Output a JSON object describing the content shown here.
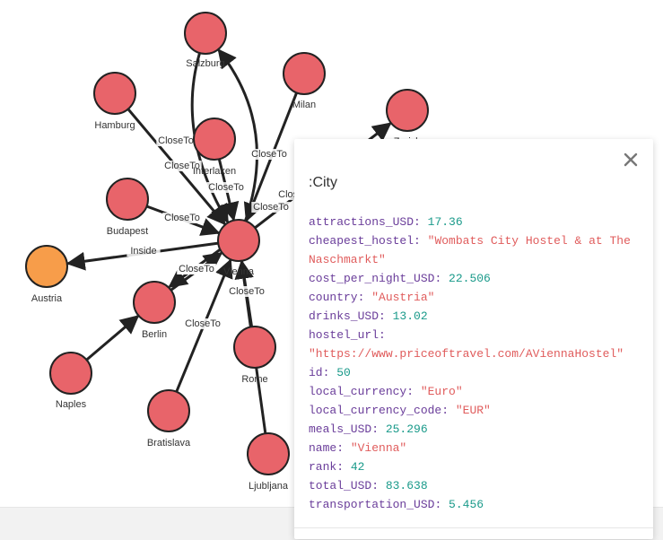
{
  "graph": {
    "center": "Vienna",
    "nodes": [
      {
        "id": "vienna",
        "label": "Vienna",
        "type": "City"
      },
      {
        "id": "salzburg",
        "label": "Salzburg",
        "type": "City"
      },
      {
        "id": "milan",
        "label": "Milan",
        "type": "City"
      },
      {
        "id": "zurich",
        "label": "Zurich",
        "type": "City"
      },
      {
        "id": "hamburg",
        "label": "Hamburg",
        "type": "City"
      },
      {
        "id": "interlaken",
        "label": "Interlaken",
        "type": "City"
      },
      {
        "id": "budapest",
        "label": "Budapest",
        "type": "City"
      },
      {
        "id": "austria",
        "label": "Austria",
        "type": "Country"
      },
      {
        "id": "berlin",
        "label": "Berlin",
        "type": "City"
      },
      {
        "id": "naples",
        "label": "Naples",
        "type": "City"
      },
      {
        "id": "bratislava",
        "label": "Bratislava",
        "type": "City"
      },
      {
        "id": "rome",
        "label": "Rome",
        "type": "City"
      },
      {
        "id": "ljubljana",
        "label": "Ljubljana",
        "type": "City"
      }
    ],
    "edges": [
      {
        "from": "salzburg",
        "to": "vienna",
        "label": "CloseTo"
      },
      {
        "from": "vienna",
        "to": "salzburg",
        "label": "CloseTo"
      },
      {
        "from": "milan",
        "to": "vienna",
        "label": "CloseTo"
      },
      {
        "from": "vienna",
        "to": "zurich",
        "label": "CloseTo"
      },
      {
        "from": "hamburg",
        "to": "vienna",
        "label": "CloseTo"
      },
      {
        "from": "interlaken",
        "to": "vienna",
        "label": "CloseTo"
      },
      {
        "from": "budapest",
        "to": "vienna",
        "label": "CloseTo"
      },
      {
        "from": "vienna",
        "to": "austria",
        "label": "Inside"
      },
      {
        "from": "berlin",
        "to": "vienna",
        "label": "CloseTo"
      },
      {
        "from": "vienna",
        "to": "berlin",
        "label": "CloseTo"
      },
      {
        "from": "naples",
        "to": "berlin",
        "label": ""
      },
      {
        "from": "bratislava",
        "to": "vienna",
        "label": "CloseTo"
      },
      {
        "from": "rome",
        "to": "vienna",
        "label": "CloseTo"
      },
      {
        "from": "ljubljana",
        "to": "vienna",
        "label": ""
      }
    ],
    "colors": {
      "city": "#e8646a",
      "country": "#f79d4a",
      "edge": "#222222",
      "node_stroke": "#222222"
    }
  },
  "panel": {
    "title": ":City",
    "close_icon": "close-icon",
    "properties": [
      {
        "key": "attractions_USD",
        "value": "17.36",
        "kind": "number"
      },
      {
        "key": "cheapest_hostel",
        "value": "\"Wombats City Hostel & at The Naschmarkt\"",
        "kind": "string"
      },
      {
        "key": "cost_per_night_USD",
        "value": "22.506",
        "kind": "number"
      },
      {
        "key": "country",
        "value": "\"Austria\"",
        "kind": "string"
      },
      {
        "key": "drinks_USD",
        "value": "13.02",
        "kind": "number"
      },
      {
        "key": "hostel_url",
        "value": "\"https://www.priceoftravel.com/AViennaHostel\"",
        "kind": "string"
      },
      {
        "key": "id",
        "value": "50",
        "kind": "number"
      },
      {
        "key": "local_currency",
        "value": "\"Euro\"",
        "kind": "string"
      },
      {
        "key": "local_currency_code",
        "value": "\"EUR\"",
        "kind": "string"
      },
      {
        "key": "meals_USD",
        "value": "25.296",
        "kind": "number"
      },
      {
        "key": "name",
        "value": "\"Vienna\"",
        "kind": "string"
      },
      {
        "key": "rank",
        "value": "42",
        "kind": "number"
      },
      {
        "key": "total_USD",
        "value": "83.638",
        "kind": "number"
      },
      {
        "key": "transportation_USD",
        "value": "5.456",
        "kind": "number"
      }
    ]
  }
}
